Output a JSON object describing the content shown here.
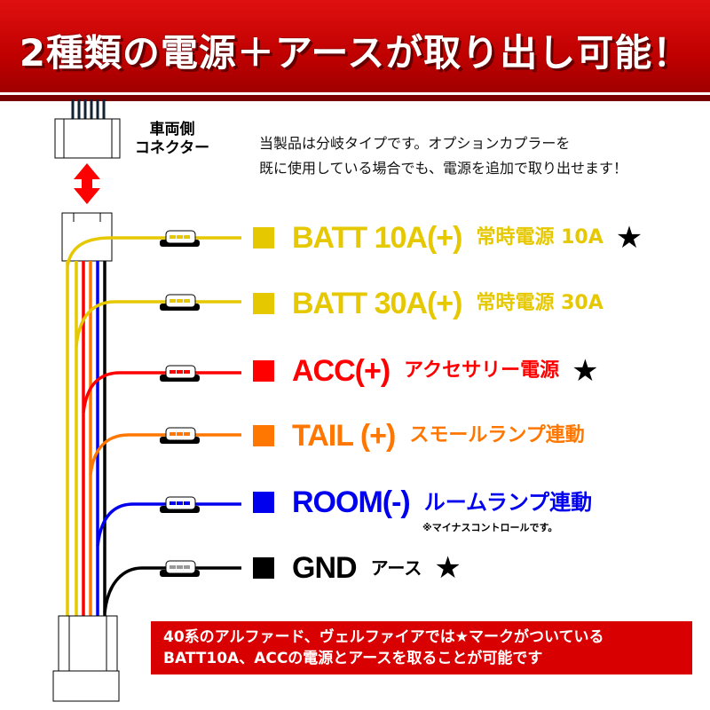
{
  "header": {
    "title": "2種類の電源＋アースが取り出し可能！"
  },
  "vehicle_connector_label": [
    "車両側",
    "コネクター"
  ],
  "intro": [
    "当製品は分岐タイプです。オプションカプラーを",
    "既に使用している場合でも、電源を追加で取り出せます！"
  ],
  "outputs": [
    {
      "label": "BATT 10A(+)",
      "desc": "常時電源 10A",
      "star": "★",
      "color": "#e6c800"
    },
    {
      "label": "BATT 30A(+)",
      "desc": "常時電源 30A",
      "star": "",
      "color": "#e6c800"
    },
    {
      "label": "ACC(+)",
      "desc": "アクセサリー電源",
      "star": "★",
      "color": "#f00000"
    },
    {
      "label": "TAIL (+)",
      "desc": "スモールランプ連動",
      "star": "",
      "color": "#ff7700"
    },
    {
      "label": "ROOM(-)",
      "desc": "ルームランプ連動",
      "note": "※マイナスコントロールです。",
      "star": "",
      "color": "#0000ee"
    },
    {
      "label": "GND",
      "desc": "アース",
      "star": "★",
      "color": "#000000"
    }
  ],
  "footer_note": [
    "40系のアルファード、ヴェルファイアでは★マークがついている",
    "BATT10A、ACCの電源とアースを取ることが可能です"
  ]
}
